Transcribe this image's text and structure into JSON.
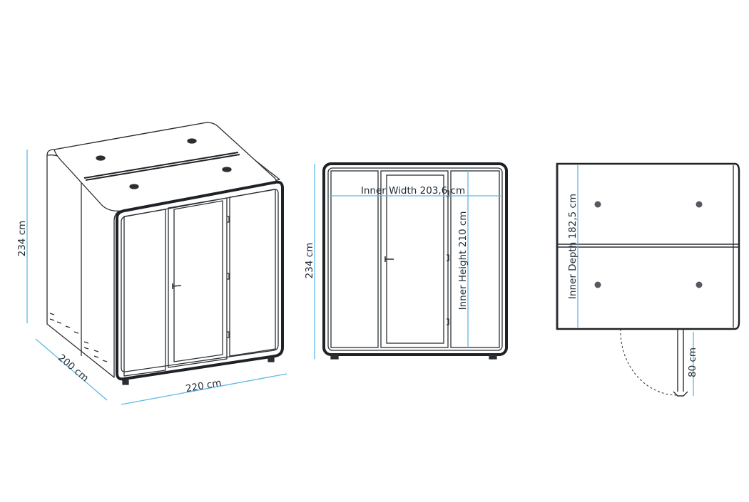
{
  "colors": {
    "line": "#2b2f33",
    "frame": "#1e2226",
    "dimension": "#5fb8e6",
    "text": "#1f2a33",
    "fill": "#ffffff"
  },
  "labels": {
    "iso_height": "234 cm",
    "iso_depth": "200 cm",
    "iso_width": "220 cm",
    "front_height": "234 cm",
    "inner_width": "Inner Width 203,6 cm",
    "inner_height": "Inner Height 210 cm",
    "inner_depth": "Inner Depth 182,5 cm",
    "door_swing": "80 cm"
  }
}
